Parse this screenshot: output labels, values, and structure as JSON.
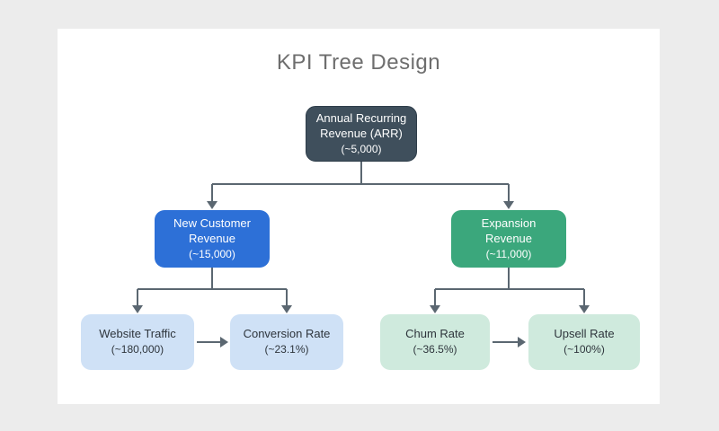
{
  "title": "KPI Tree Design",
  "colors": {
    "canvas_bg": "#ececec",
    "card_bg": "#ffffff",
    "root_fill": "#3f4f5c",
    "new_customer_fill": "#2d70d7",
    "expansion_fill": "#3ba77c",
    "traffic_conversion_fill": "#cfe1f6",
    "churn_upsell_fill": "#cfeadd",
    "connector": "#5b6771",
    "light_text": "#ffffff",
    "dark_text": "#2e353c",
    "title_color": "#6e6e6e"
  },
  "tree": {
    "root": {
      "label": "Annual Recurring Revenue (ARR)",
      "value": "(~5,000)"
    },
    "children": [
      {
        "label": "New Customer Revenue",
        "value": "(~15,000)"
      },
      {
        "label": "Expansion Revenue",
        "value": "(~11,000)"
      }
    ],
    "leaves": [
      {
        "label": "Website Traffic",
        "value": "(~180,000)"
      },
      {
        "label": "Conversion Rate",
        "value": "(~23.1%)"
      },
      {
        "label": "Chum Rate",
        "value": "(~36.5%)"
      },
      {
        "label": "Upsell Rate",
        "value": "(~100%)"
      }
    ]
  }
}
